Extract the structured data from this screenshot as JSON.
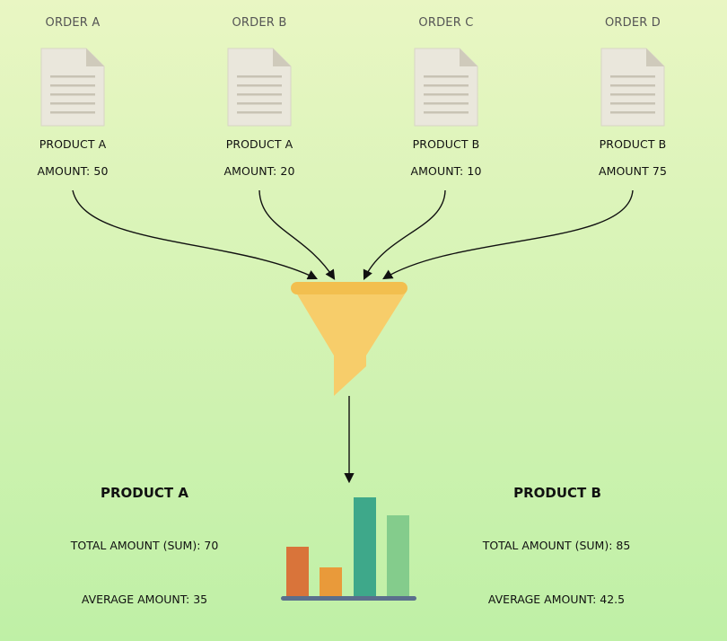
{
  "orders": [
    {
      "title": "ORDER A",
      "product": "PRODUCT A",
      "amount": "AMOUNT: 50"
    },
    {
      "title": "ORDER B",
      "product": "PRODUCT A",
      "amount": "AMOUNT: 20"
    },
    {
      "title": "ORDER C",
      "product": "PRODUCT B",
      "amount": "AMOUNT: 10"
    },
    {
      "title": "ORDER D",
      "product": "PRODUCT B",
      "amount": "AMOUNT 75"
    }
  ],
  "summaries": [
    {
      "title": "PRODUCT A",
      "total": "TOTAL AMOUNT (SUM): 70",
      "average": "AVERAGE AMOUNT: 35"
    },
    {
      "title": "PRODUCT B",
      "total": "TOTAL AMOUNT (SUM): 85",
      "average": "AVERAGE AMOUNT: 42.5"
    }
  ],
  "icons": {
    "document": "document-icon",
    "funnel": "funnel-icon",
    "chart": "bar-chart-icon"
  },
  "colors": {
    "funnel": "#f7cd6a",
    "funnel_rim": "#f2bf4f",
    "bar1": "#d9743a",
    "bar2": "#e99a3a",
    "bar3": "#3ea88a",
    "bar4": "#84cc8c",
    "chart_base": "#5a6f8c"
  }
}
